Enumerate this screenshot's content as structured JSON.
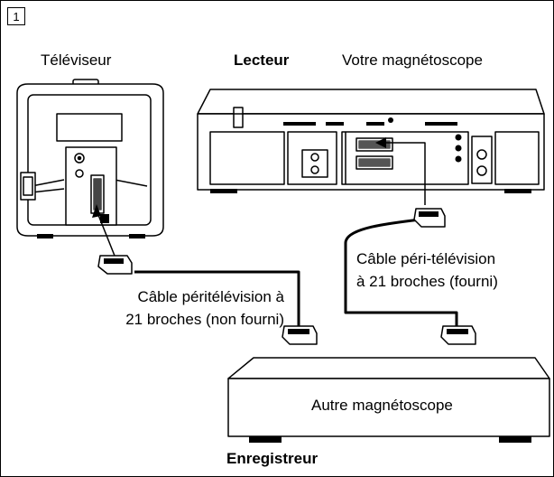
{
  "figure": {
    "number": "1"
  },
  "labels": {
    "tv": "Téléviseur",
    "player": "Lecteur",
    "your_vcr": "Votre magnétoscope",
    "cable_tv_line1": "Câble péritélévision à",
    "cable_tv_line2": "21 broches (non fourni)",
    "cable_vcr_line1": "Câble péri-télévision",
    "cable_vcr_line2": "à 21 broches (fourni)",
    "other_vcr": "Autre magnétoscope",
    "recorder": "Enregistreur"
  }
}
